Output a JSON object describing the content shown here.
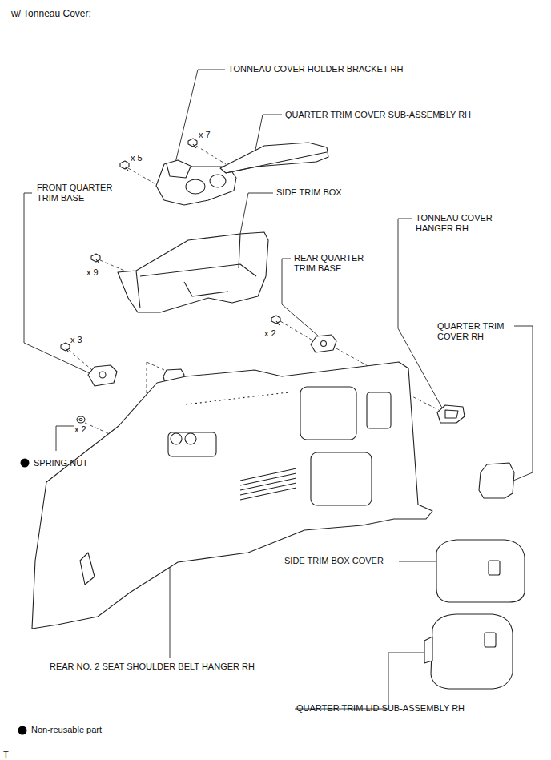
{
  "diagram": {
    "title": "w/ Tonneau Cover:",
    "labels": [
      "TONNEAU COVER HOLDER BRACKET RH",
      "QUARTER TRIM COVER SUB-ASSEMBLY RH",
      "x 7",
      "x 5",
      "FRONT QUARTER TRIM BASE",
      "SIDE TRIM BOX",
      "x 9",
      "TONNEAU COVER HANGER RH",
      "REAR QUARTER TRIM BASE",
      "x 3",
      "x 2",
      "QUARTER TRIM COVER RH",
      "x 2",
      "SPRING NUT",
      "SIDE TRIM BOX COVER",
      "REAR NO. 2 SEAT SHOULDER BELT HANGER RH",
      "QUARTER TRIM LID SUB-ASSEMBLY RH",
      "T"
    ],
    "legend": [
      {
        "text": "Non-reusable part"
      }
    ]
  }
}
